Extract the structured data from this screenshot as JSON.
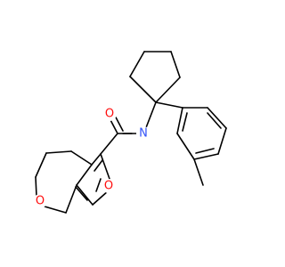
{
  "structure": {
    "atoms": [
      {
        "id": "O_carbonyl",
        "symbol": "O",
        "color": "#ff0d0d"
      },
      {
        "id": "N_amide",
        "symbol": "N",
        "color": "#3050f8"
      },
      {
        "id": "O_furan",
        "symbol": "O",
        "color": "#ff0d0d"
      },
      {
        "id": "O_pyran",
        "symbol": "O",
        "color": "#ff0d0d"
      }
    ],
    "bond_color": "#000000"
  }
}
